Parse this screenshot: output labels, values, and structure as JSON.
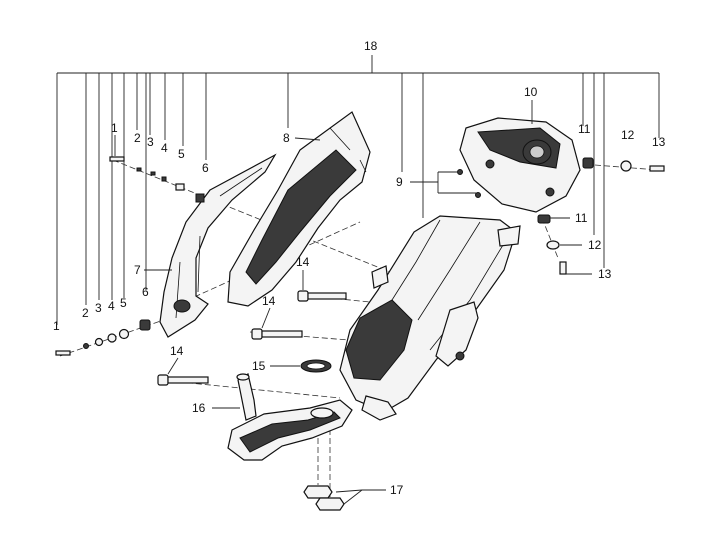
{
  "diagram": {
    "callouts": {
      "c18": "18",
      "c8": "8",
      "c9": "9",
      "c10": "10",
      "c1a": "1",
      "c2a": "2",
      "c3a": "3",
      "c4a": "4",
      "c5a": "5",
      "c6a": "6",
      "c7": "7",
      "c1b": "1",
      "c2b": "2",
      "c3b": "3",
      "c4b": "4",
      "c5b": "5",
      "c6b": "6",
      "c11a": "11",
      "c12a": "12",
      "c13a": "13",
      "c11b": "11",
      "c12b": "12",
      "c13b": "13",
      "c14a": "14",
      "c14b": "14",
      "c14c": "14",
      "c15": "15",
      "c16": "16",
      "c17": "17"
    }
  }
}
